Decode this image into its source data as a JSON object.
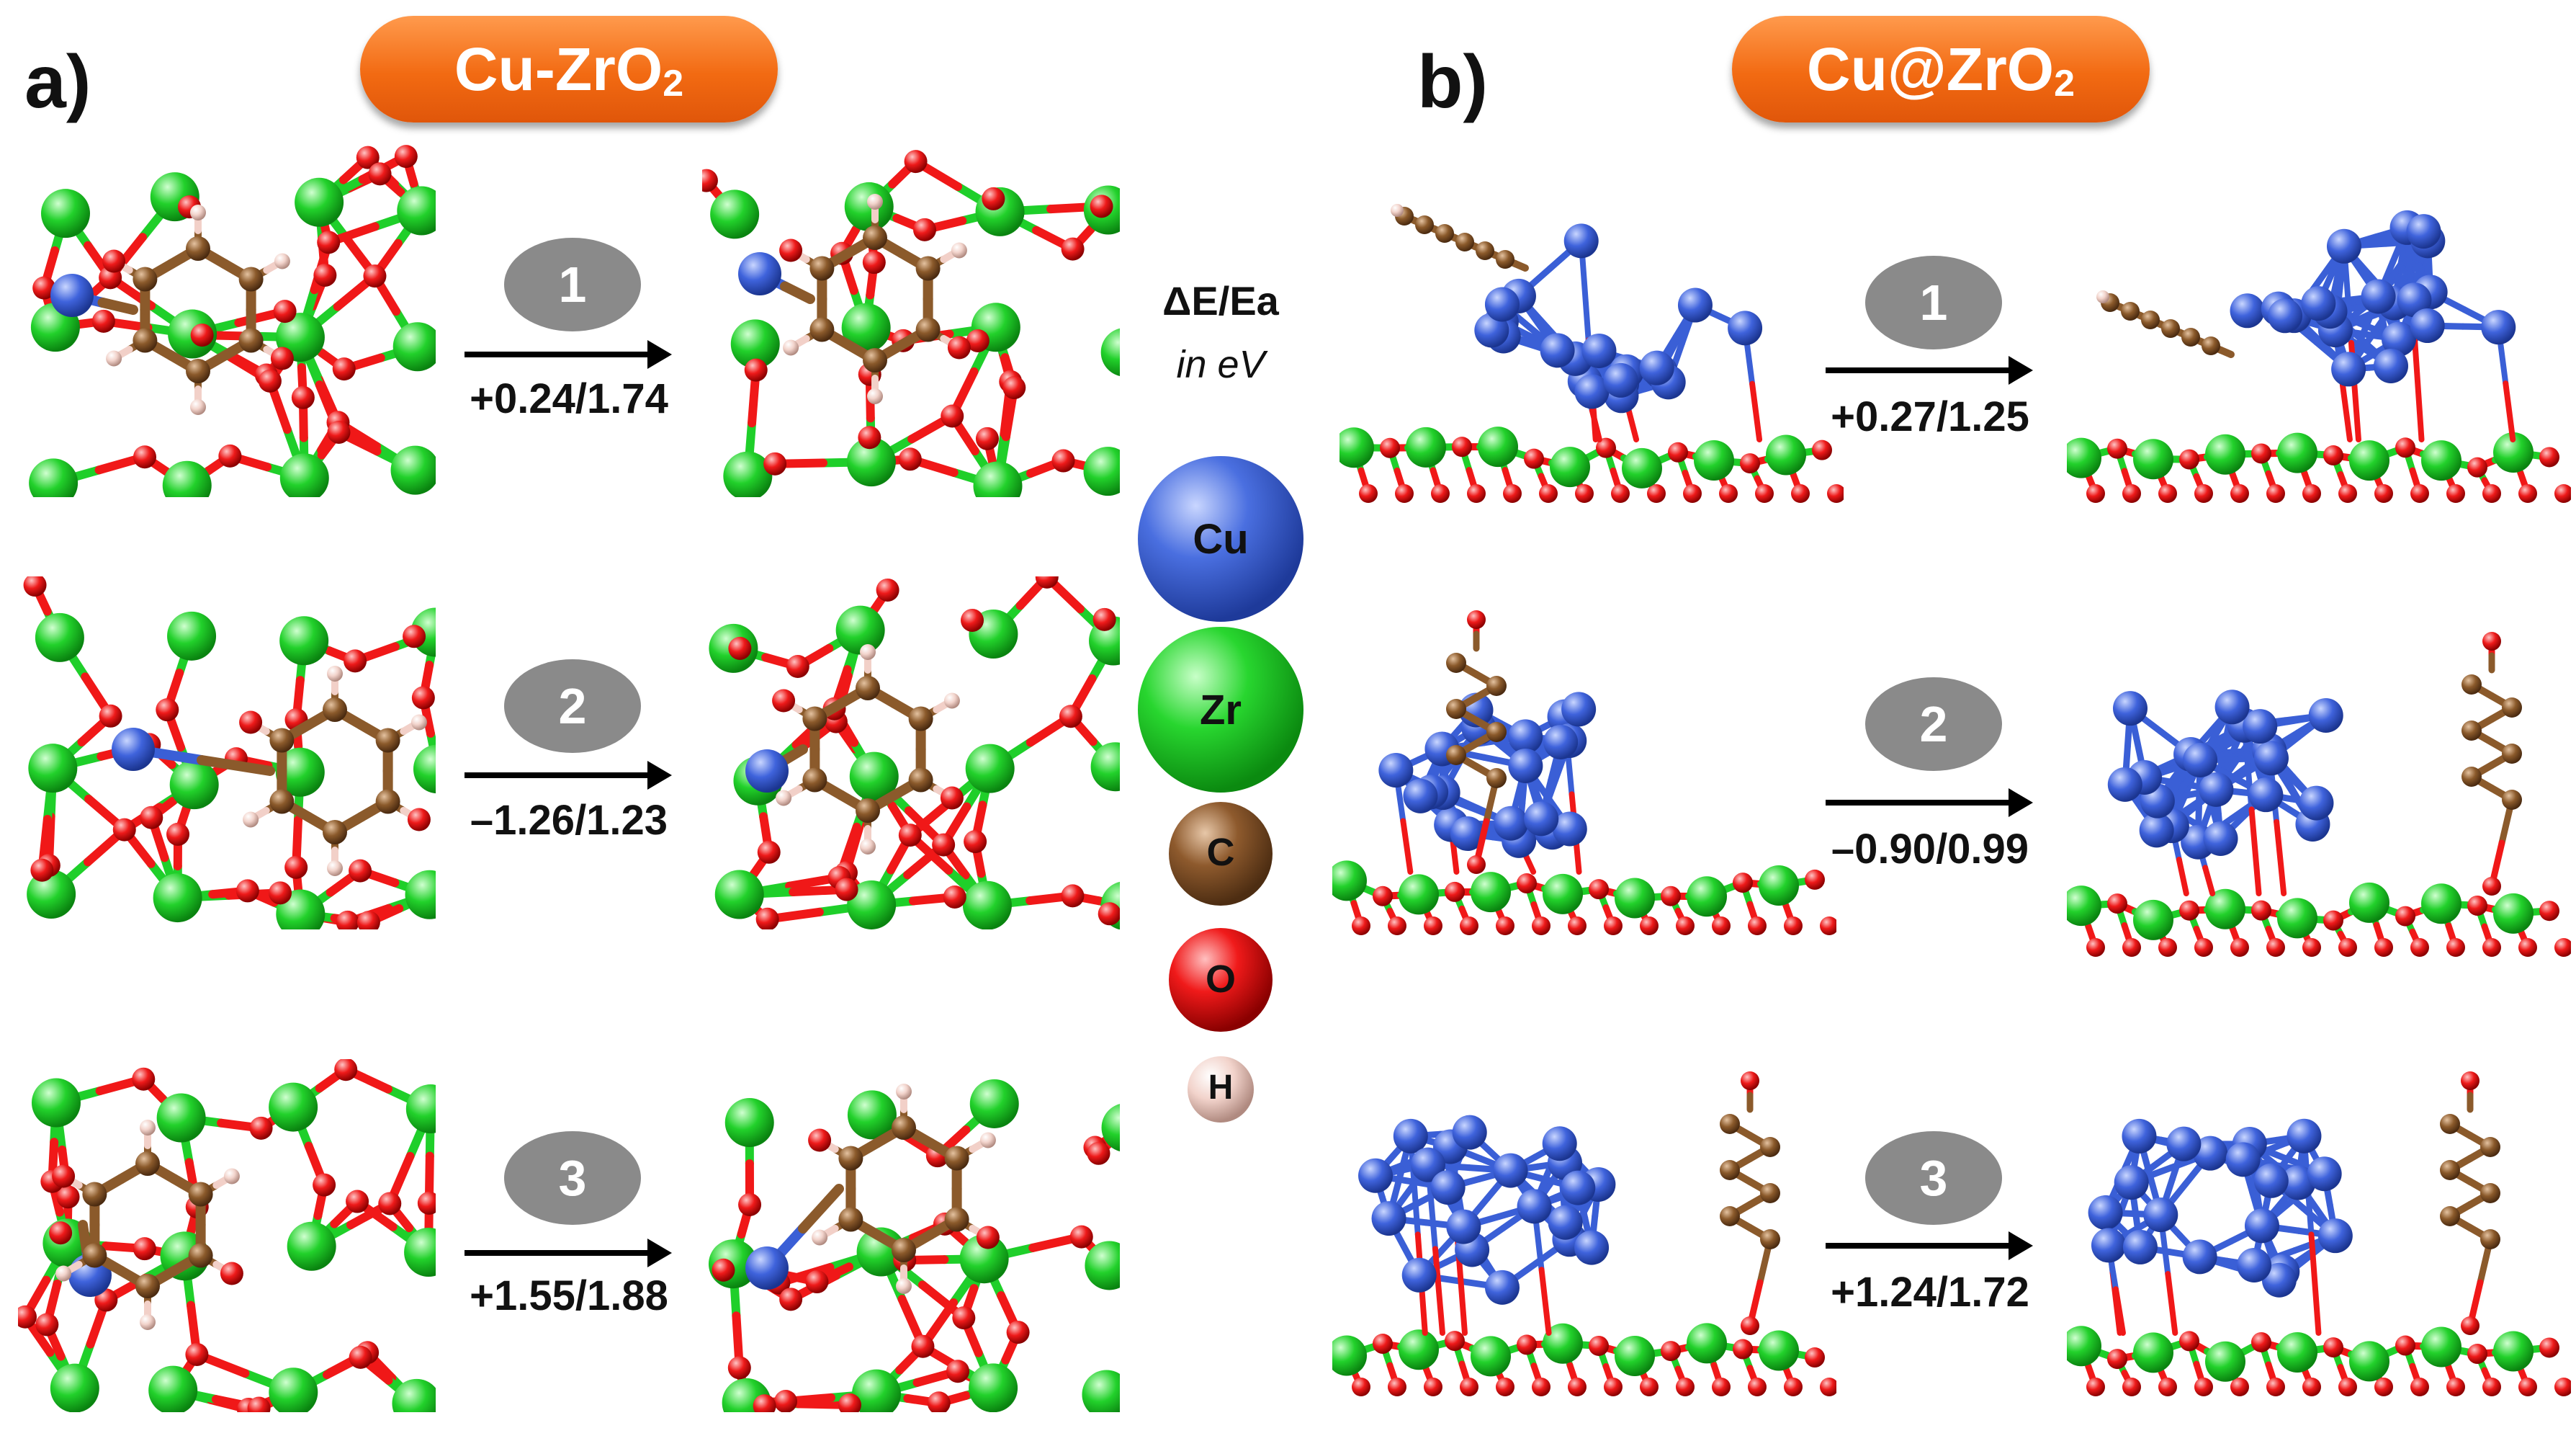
{
  "panels": {
    "a": {
      "letter": "a)",
      "title_main": "Cu-ZrO",
      "title_sub": "2"
    },
    "b": {
      "letter": "b)",
      "title_main": "Cu@ZrO",
      "title_sub": "2"
    }
  },
  "steps_a": [
    {
      "number": "1",
      "energy": "+0.24/1.74"
    },
    {
      "number": "2",
      "energy": "–1.26/1.23"
    },
    {
      "number": "3",
      "energy": "+1.55/1.88"
    }
  ],
  "steps_b": [
    {
      "number": "1",
      "energy": "+0.27/1.25"
    },
    {
      "number": "2",
      "energy": "–0.90/0.99"
    },
    {
      "number": "3",
      "energy": "+1.24/1.72"
    }
  ],
  "legend": {
    "title": "ΔE/Ea",
    "subtitle": "in eV",
    "atoms": [
      {
        "label": "Cu",
        "color": "#3a5fd6"
      },
      {
        "label": "Zr",
        "color": "#1fcf2a"
      },
      {
        "label": "C",
        "color": "#8b5a2b"
      },
      {
        "label": "O",
        "color": "#f01818"
      },
      {
        "label": "H",
        "color": "#f2d0c8"
      }
    ]
  },
  "colors": {
    "cu": "#3a5fd6",
    "zr": "#1fcf2a",
    "c": "#8b5a2b",
    "o": "#f01818",
    "h": "#f2d0c8",
    "pill": "#f26a12",
    "step": "#8a8a8a"
  }
}
